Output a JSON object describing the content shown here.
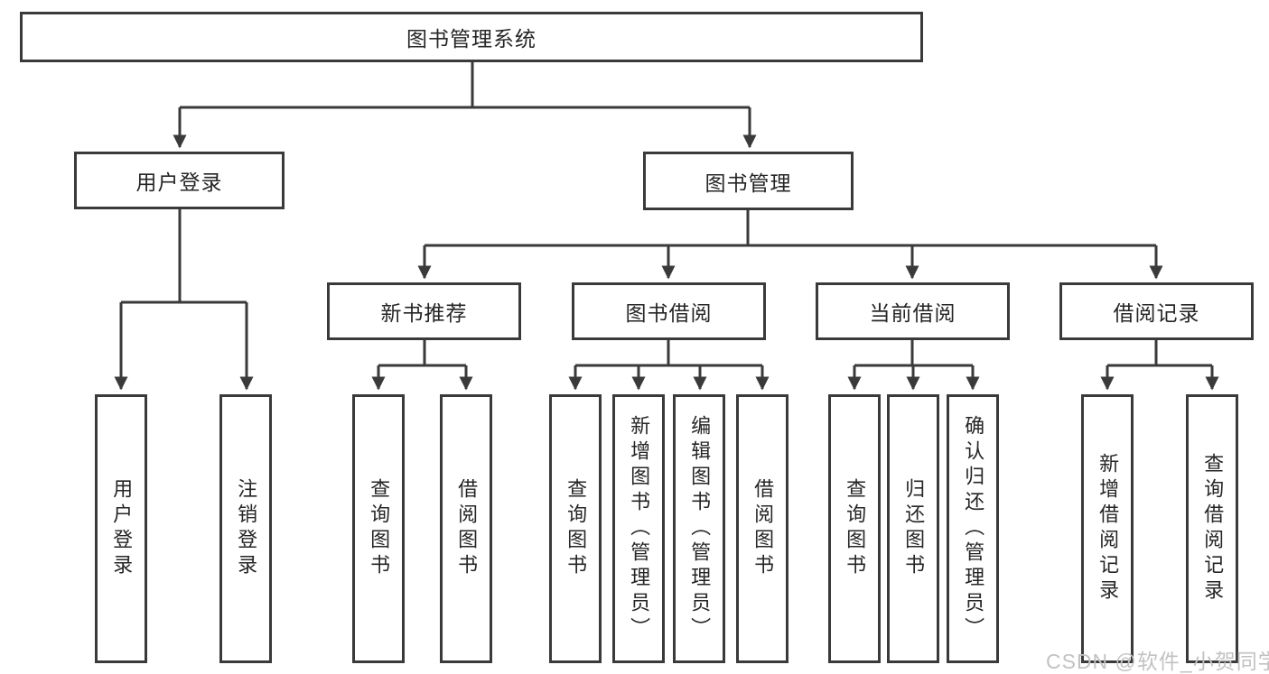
{
  "tree": {
    "root": {
      "label": "图书管理系统"
    },
    "branches": [
      {
        "label": "用户登录",
        "leaves": [
          {
            "label": "用户登录"
          },
          {
            "label": "注销登录"
          }
        ]
      },
      {
        "label": "图书管理",
        "groups": [
          {
            "label": "新书推荐",
            "leaves": [
              {
                "label": "查询图书"
              },
              {
                "label": "借阅图书"
              }
            ]
          },
          {
            "label": "图书借阅",
            "leaves": [
              {
                "label": "查询图书"
              },
              {
                "label": "新增图书（管理员）"
              },
              {
                "label": "编辑图书（管理员）"
              },
              {
                "label": "借阅图书"
              }
            ]
          },
          {
            "label": "当前借阅",
            "leaves": [
              {
                "label": "查询图书"
              },
              {
                "label": "归还图书"
              },
              {
                "label": "确认归还（管理员）"
              }
            ]
          },
          {
            "label": "借阅记录",
            "leaves": [
              {
                "label": "新增借阅记录"
              },
              {
                "label": "查询借阅记录"
              }
            ]
          }
        ]
      }
    ]
  },
  "watermark": {
    "text": "CSDN @软件_小贺同学"
  },
  "colors": {
    "line": "#3a3a3a",
    "text": "#262626",
    "watermark": "#c2c2c2",
    "background": "#ffffff"
  }
}
